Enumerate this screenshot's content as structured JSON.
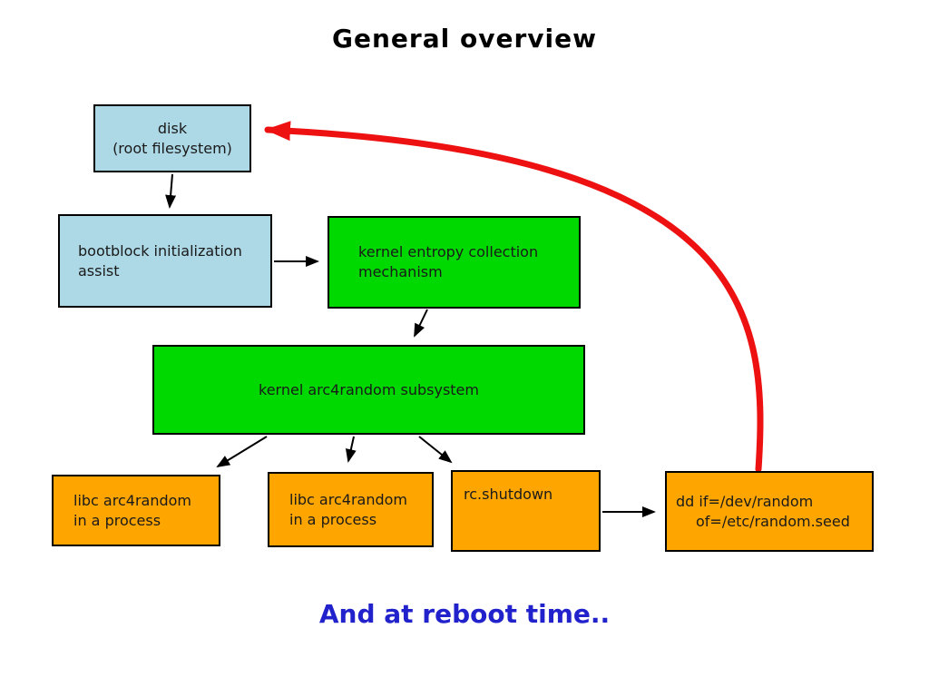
{
  "title": "General overview",
  "footer": "And at reboot time..",
  "colors": {
    "box_blue": "#add8e6",
    "box_green": "#00d900",
    "box_orange": "#ffa500",
    "arrow_red": "#ee1111",
    "footer_blue": "#2222cc",
    "border_black": "#000000"
  },
  "nodes": {
    "disk": {
      "lines": [
        "disk",
        "(root filesystem)"
      ]
    },
    "bootblock": {
      "lines": [
        "bootblock initialization",
        "assist"
      ]
    },
    "entropy": {
      "lines": [
        "kernel entropy collection",
        "mechanism"
      ]
    },
    "arc4": {
      "lines": [
        "kernel arc4random subsystem"
      ]
    },
    "libc1": {
      "lines": [
        "libc arc4random",
        "in a process"
      ]
    },
    "libc2": {
      "lines": [
        "libc arc4random",
        "in a process"
      ]
    },
    "rcshutdown": {
      "lines": [
        "rc.shutdown"
      ]
    },
    "ddseed": {
      "lines": [
        "dd if=/dev/random",
        "of=/etc/random.seed"
      ]
    }
  }
}
